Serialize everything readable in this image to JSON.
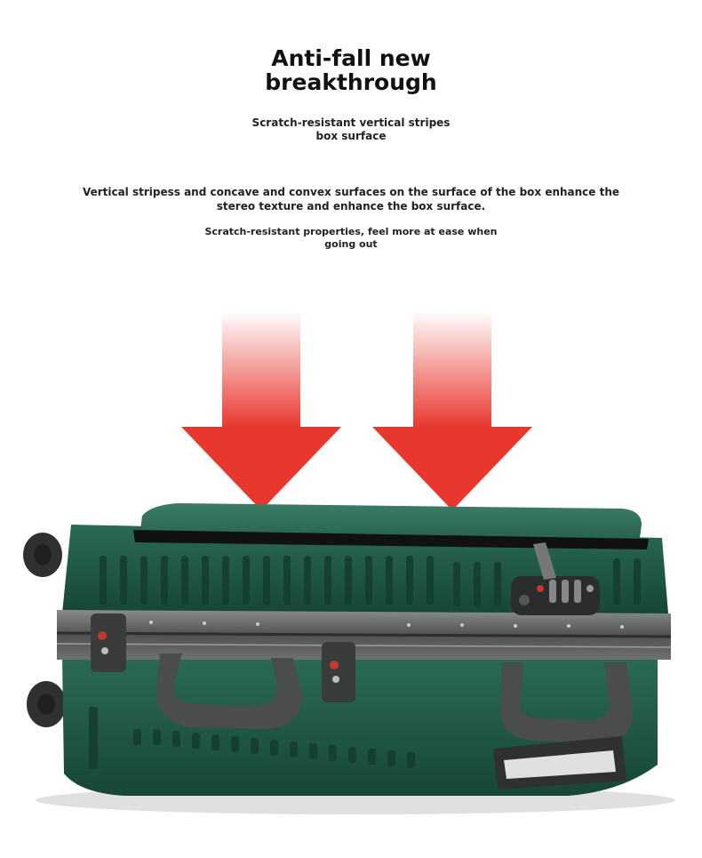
{
  "heading": {
    "title": "Anti-fall new\nbreakthrough",
    "subtitle": "Scratch-resistant vertical stripes\nbox surface"
  },
  "body": {
    "description": "Vertical stripess and concave and convex surfaces on the surface of the box enhance the stereo texture and enhance the box surface.",
    "note": "Scratch-resistant properties, feel more at ease when going out"
  },
  "colors": {
    "arrow": "#e8372c",
    "suitcase": "#1f5a46",
    "frame": "#5c5f5e",
    "handle": "#4a4d4c",
    "wheel": "#2f3130"
  },
  "icons": [
    "down-arrow-icon",
    "suitcase-image",
    "combination-lock-icon",
    "wheel-icon"
  ]
}
